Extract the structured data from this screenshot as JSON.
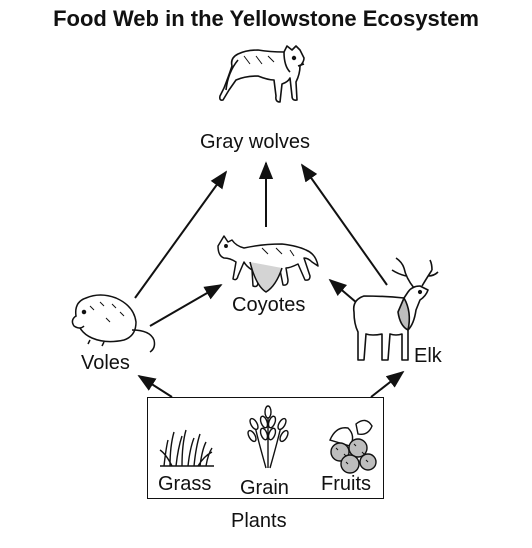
{
  "title": "Food Web in the Yellowstone Ecosystem",
  "organisms": {
    "gray_wolves": "Gray wolves",
    "coyotes": "Coyotes",
    "voles": "Voles",
    "elk": "Elk",
    "grass": "Grass",
    "grain": "Grain",
    "fruits": "Fruits",
    "plants": "Plants"
  },
  "energy_flow": [
    [
      "Plants",
      "Voles"
    ],
    [
      "Plants",
      "Elk"
    ],
    [
      "Voles",
      "Coyotes"
    ],
    [
      "Elk",
      "Coyotes"
    ],
    [
      "Voles",
      "Gray wolves"
    ],
    [
      "Coyotes",
      "Gray wolves"
    ],
    [
      "Elk",
      "Gray wolves"
    ]
  ],
  "colors": {
    "line": "#111111",
    "fill": "#ffffff",
    "shade": "#bdbdbd"
  }
}
